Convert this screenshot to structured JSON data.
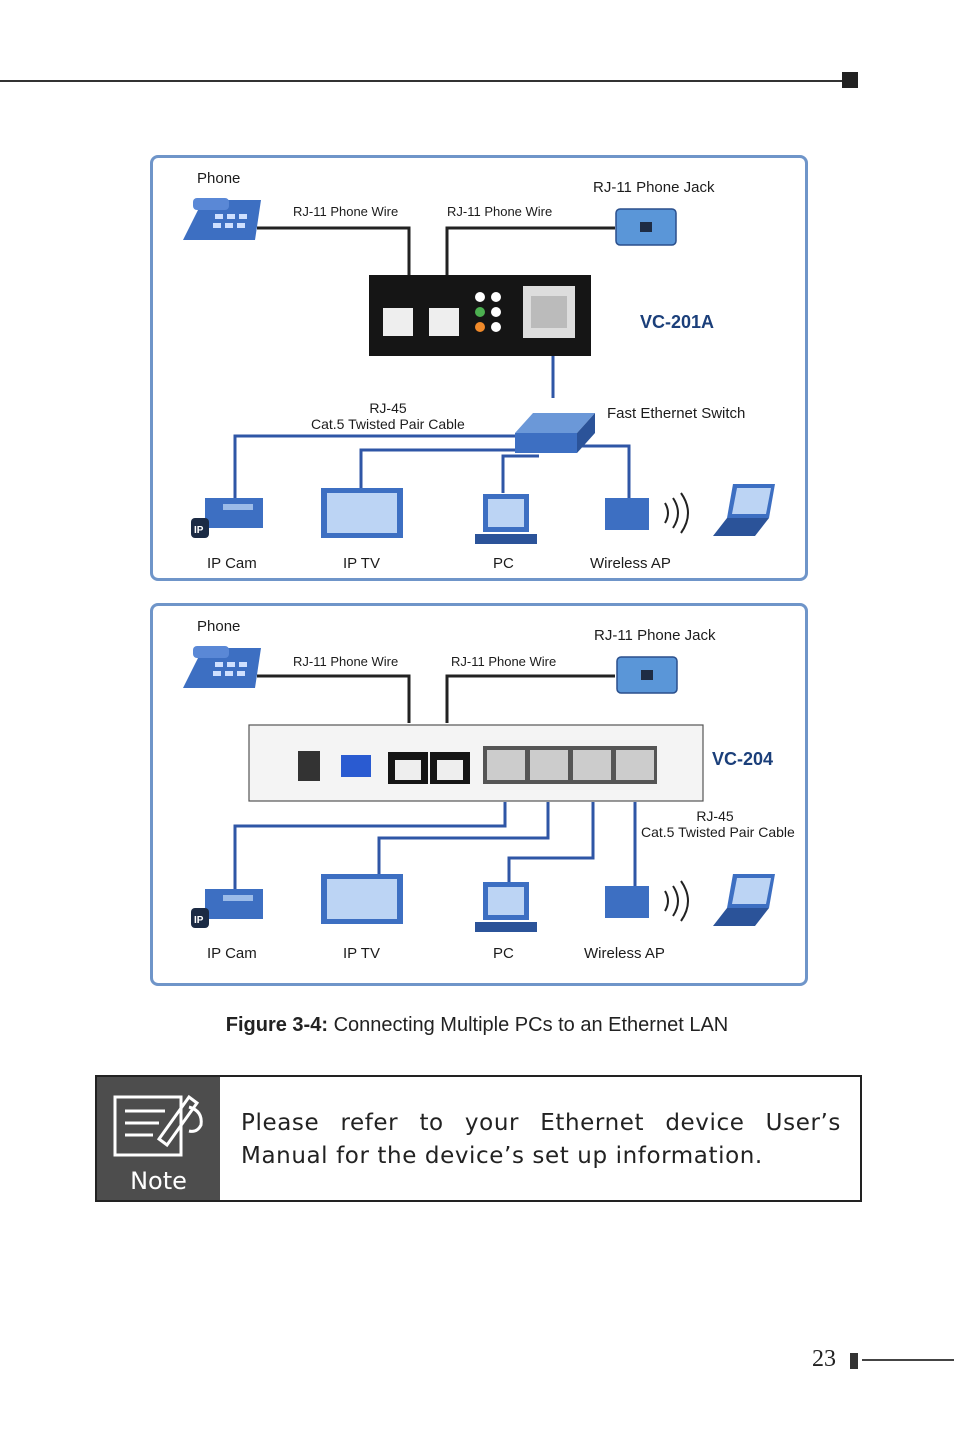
{
  "diagram1": {
    "phone": "Phone",
    "wire_left": "RJ-11 Phone Wire",
    "wire_right": "RJ-11 Phone Wire",
    "jack": "RJ-11 Phone Jack",
    "model": "VC-201A",
    "rj45": "RJ-45",
    "cable": "Cat.5 Twisted Pair Cable",
    "switch": "Fast Ethernet Switch",
    "devices": [
      "IP Cam",
      "IP TV",
      "PC",
      "Wireless AP"
    ]
  },
  "diagram2": {
    "phone": "Phone",
    "wire_left": "RJ-11 Phone Wire",
    "wire_right": "RJ-11 Phone Wire",
    "jack": "RJ-11 Phone Jack",
    "model": "VC-204",
    "rj45": "RJ-45",
    "cable": "Cat.5 Twisted Pair Cable",
    "devices": [
      "IP Cam",
      "IP TV",
      "PC",
      "Wireless AP"
    ]
  },
  "caption": {
    "label": "Figure 3-4:",
    "text": " Connecting Multiple PCs to an Ethernet LAN"
  },
  "note": {
    "label": "Note",
    "text": "Please refer to your Ethernet device User’s Manual for the device’s set up information."
  },
  "page_number": "23",
  "colors": {
    "panel_border": "#6f95c9",
    "cable_blue": "#2f56a6",
    "device_blue": "#3d6fc2"
  }
}
